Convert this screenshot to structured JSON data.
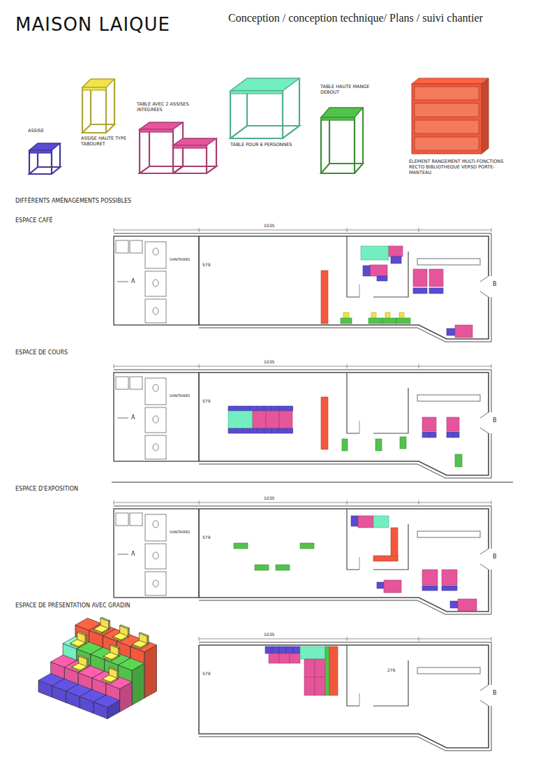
{
  "diagram": {
    "title": "MAISON LAIQUE",
    "labels": [
      "Conception / conception technique/ Plans / suivi chantier",
      "ASSISE",
      "ASSISE HAUTE TYPE TABOURET",
      "TABLE AVEC 2 ASSISES INTÉGRÉES",
      "TABLE POUR 6 PERSONNES",
      "TABLE HAUTE MANGE DEBOUT",
      "ELEMENT RANGEMENT MULTI-FONCTIONS RECTO BIBLIOTHEQUE VERSO PORTE-MANTEAU",
      "DIFFÉRENTS AMÉNAGEMENTS POSSIBLES",
      "ESPACE CAFÉ",
      "1035",
      "579",
      "SANITAIRES",
      "A",
      "B",
      "ESPACE DE COURS",
      "1035",
      "579",
      "SANITAIRES",
      "A",
      "B",
      "ESPACE D'EXPOSITION",
      "1035",
      "579",
      "SANITAIRES",
      "A",
      "B",
      "ESPACE DE PRÉSENTATION AVEC GRADIN",
      "1035",
      "579",
      "276",
      "B"
    ]
  }
}
